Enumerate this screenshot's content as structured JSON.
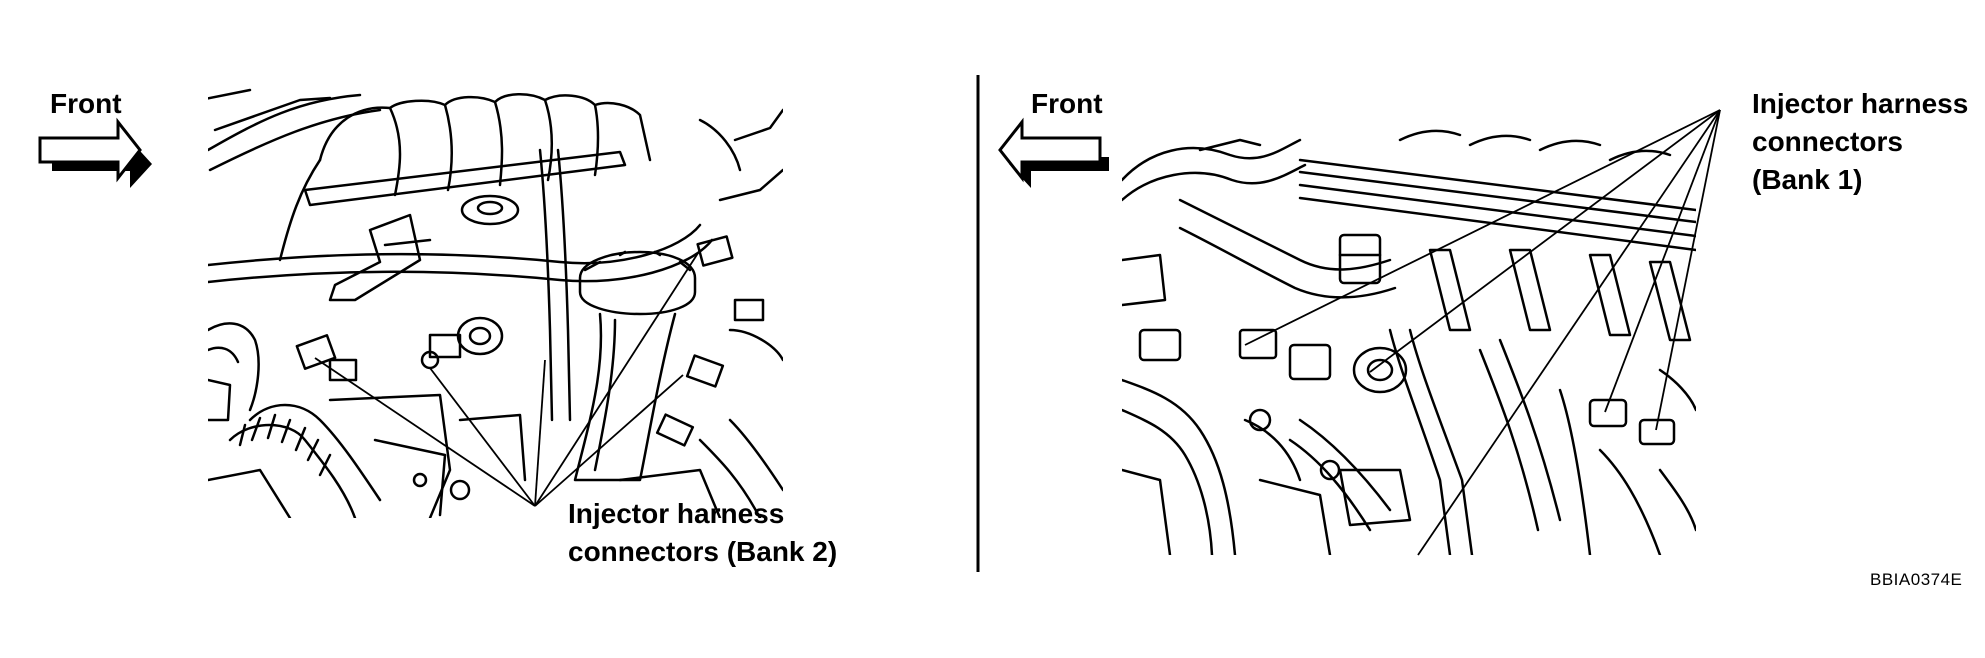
{
  "left_panel": {
    "direction_label": "Front",
    "callout": {
      "line1": "Injector harness",
      "line2": "connectors (Bank 2)"
    }
  },
  "right_panel": {
    "direction_label": "Front",
    "callout": {
      "line1": "Injector harness",
      "line2": "connectors",
      "line3": "(Bank 1)"
    }
  },
  "figure_code": "BBIA0374E",
  "icons": {
    "left_arrow": "arrow-right-icon",
    "right_arrow": "arrow-left-icon"
  }
}
